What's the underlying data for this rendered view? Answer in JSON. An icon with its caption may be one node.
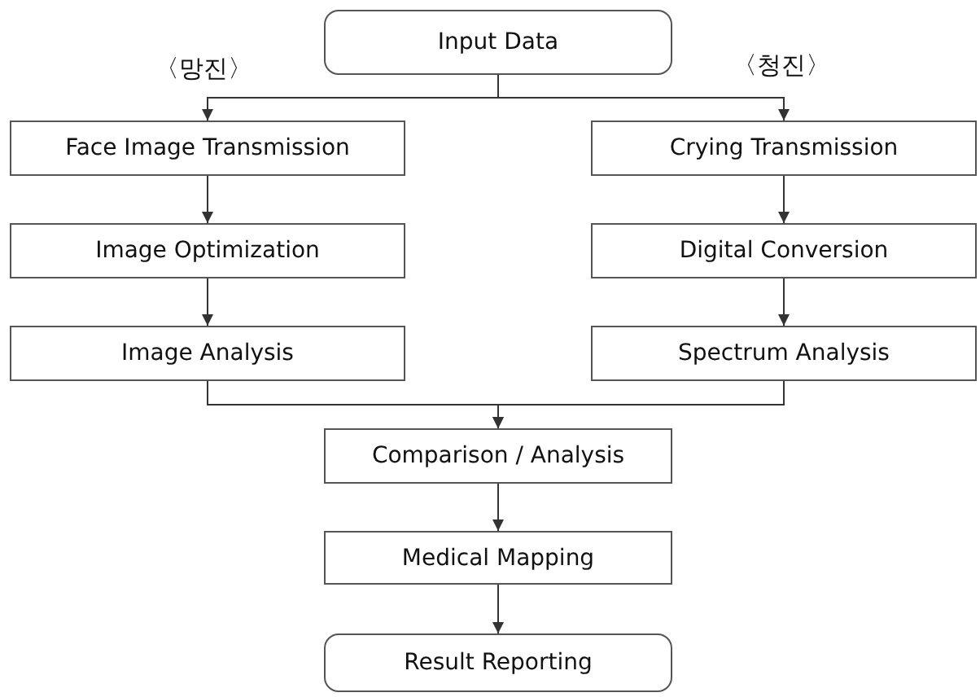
{
  "diagram": {
    "nodes": [
      {
        "text": [
          "Input Data"
        ]
      },
      {
        "text": [
          "Face Image Transmission"
        ]
      },
      {
        "text": [
          "Image Optimization"
        ]
      },
      {
        "text": [
          "Image Analysis"
        ]
      },
      {
        "text": [
          "Crying Transmission"
        ]
      },
      {
        "text": [
          "Digital Conversion"
        ]
      },
      {
        "text": [
          "Spectrum Analysis"
        ]
      },
      {
        "text": [
          "Comparison / Analysis"
        ]
      },
      {
        "text": [
          "Medical Mapping"
        ]
      },
      {
        "text": [
          "Result Reporting"
        ]
      }
    ],
    "edges": [
      {
        "from": 0,
        "to": 1,
        "arrow": "to"
      },
      {
        "from": 0,
        "to": 4,
        "arrow": "to"
      },
      {
        "from": 1,
        "to": 2,
        "arrow": "to"
      },
      {
        "from": 2,
        "to": 3,
        "arrow": "to"
      },
      {
        "from": 4,
        "to": 5,
        "arrow": "to"
      },
      {
        "from": 5,
        "to": 6,
        "arrow": "to"
      },
      {
        "from": 3,
        "to": 7,
        "arrow": "to"
      },
      {
        "from": 6,
        "to": 7,
        "arrow": "to"
      },
      {
        "from": 7,
        "to": 8,
        "arrow": "to"
      },
      {
        "from": 8,
        "to": 9,
        "arrow": "to"
      }
    ],
    "labels": [
      "〈망진〉",
      "〈청진〉"
    ]
  }
}
